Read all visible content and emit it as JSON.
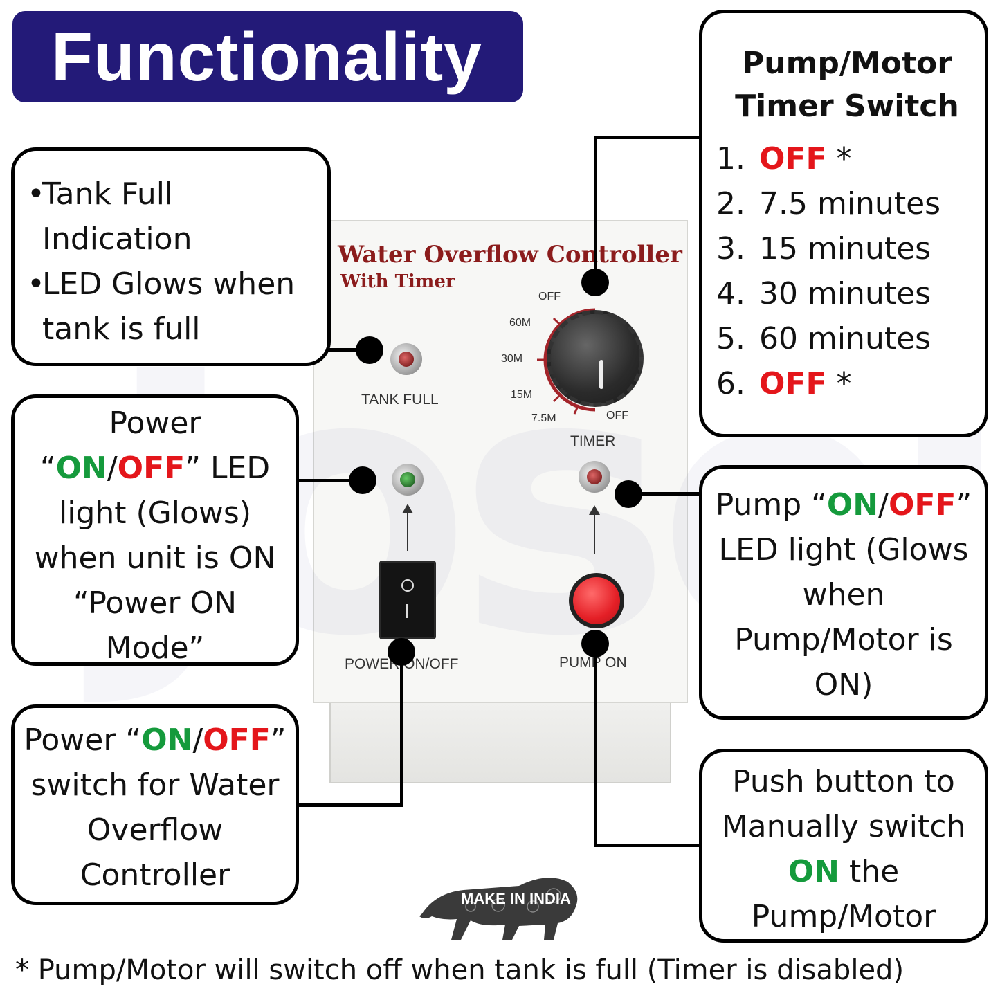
{
  "title": "Functionality",
  "tank_full_box": {
    "bullets": [
      "Tank Full Indication",
      "LED Glows when tank is full"
    ]
  },
  "power_led_box": {
    "line1": "Power",
    "quote_open": "“",
    "on": "ON",
    "slash": "/",
    "off": "OFF",
    "quote_close_rest": "” LED",
    "line3": "light (Glows)",
    "line4": "when unit is ON",
    "line5": "“Power ON",
    "line6": "Mode”"
  },
  "power_switch_box": {
    "prefix": "Power “",
    "on": "ON",
    "slash": "/",
    "off": "OFF",
    "suffix": "”",
    "line2": "switch for Water",
    "line3": "Overflow",
    "line4": "Controller"
  },
  "timer_box": {
    "heading_line1": "Pump/Motor",
    "heading_line2": "Timer Switch",
    "items": [
      {
        "num": "1.",
        "text": "OFF",
        "suffix": " *",
        "highlight": true
      },
      {
        "num": "2.",
        "text": "7.5 minutes",
        "suffix": "",
        "highlight": false
      },
      {
        "num": "3.",
        "text": "15 minutes",
        "suffix": "",
        "highlight": false
      },
      {
        "num": "4.",
        "text": "30 minutes",
        "suffix": "",
        "highlight": false
      },
      {
        "num": "5.",
        "text": "60 minutes",
        "suffix": "",
        "highlight": false
      },
      {
        "num": "6.",
        "text": "OFF",
        "suffix": " *",
        "highlight": true
      }
    ]
  },
  "pump_led_box": {
    "prefix": "Pump “",
    "on": "ON",
    "slash": "/",
    "off": "OFF",
    "suffix": "”",
    "line2": "LED light (Glows",
    "line3": "when",
    "line4": "Pump/Motor is",
    "line5": "ON)"
  },
  "push_button_box": {
    "line1": "Push button to",
    "line2": "Manually switch",
    "on": "ON",
    "line3_rest": " the",
    "line4": "Pump/Motor"
  },
  "footnote": "* Pump/Motor will switch off when tank is full (Timer is disabled)",
  "device": {
    "title_line1": "Water Overflow Controller",
    "title_line2": "With Timer",
    "tank_full_label": "TANK FULL",
    "timer_label": "TIMER",
    "power_label": "POWER ON/OFF",
    "pump_label": "PUMP ON",
    "dial_marks": [
      "OFF",
      "60M",
      "30M",
      "15M",
      "7.5M",
      "OFF"
    ]
  },
  "logo": {
    "text": "MAKE IN INDIA"
  },
  "colors": {
    "banner": "#231a78",
    "on": "#159a3c",
    "off": "#e4161b",
    "device_title": "#8b1c1c"
  }
}
